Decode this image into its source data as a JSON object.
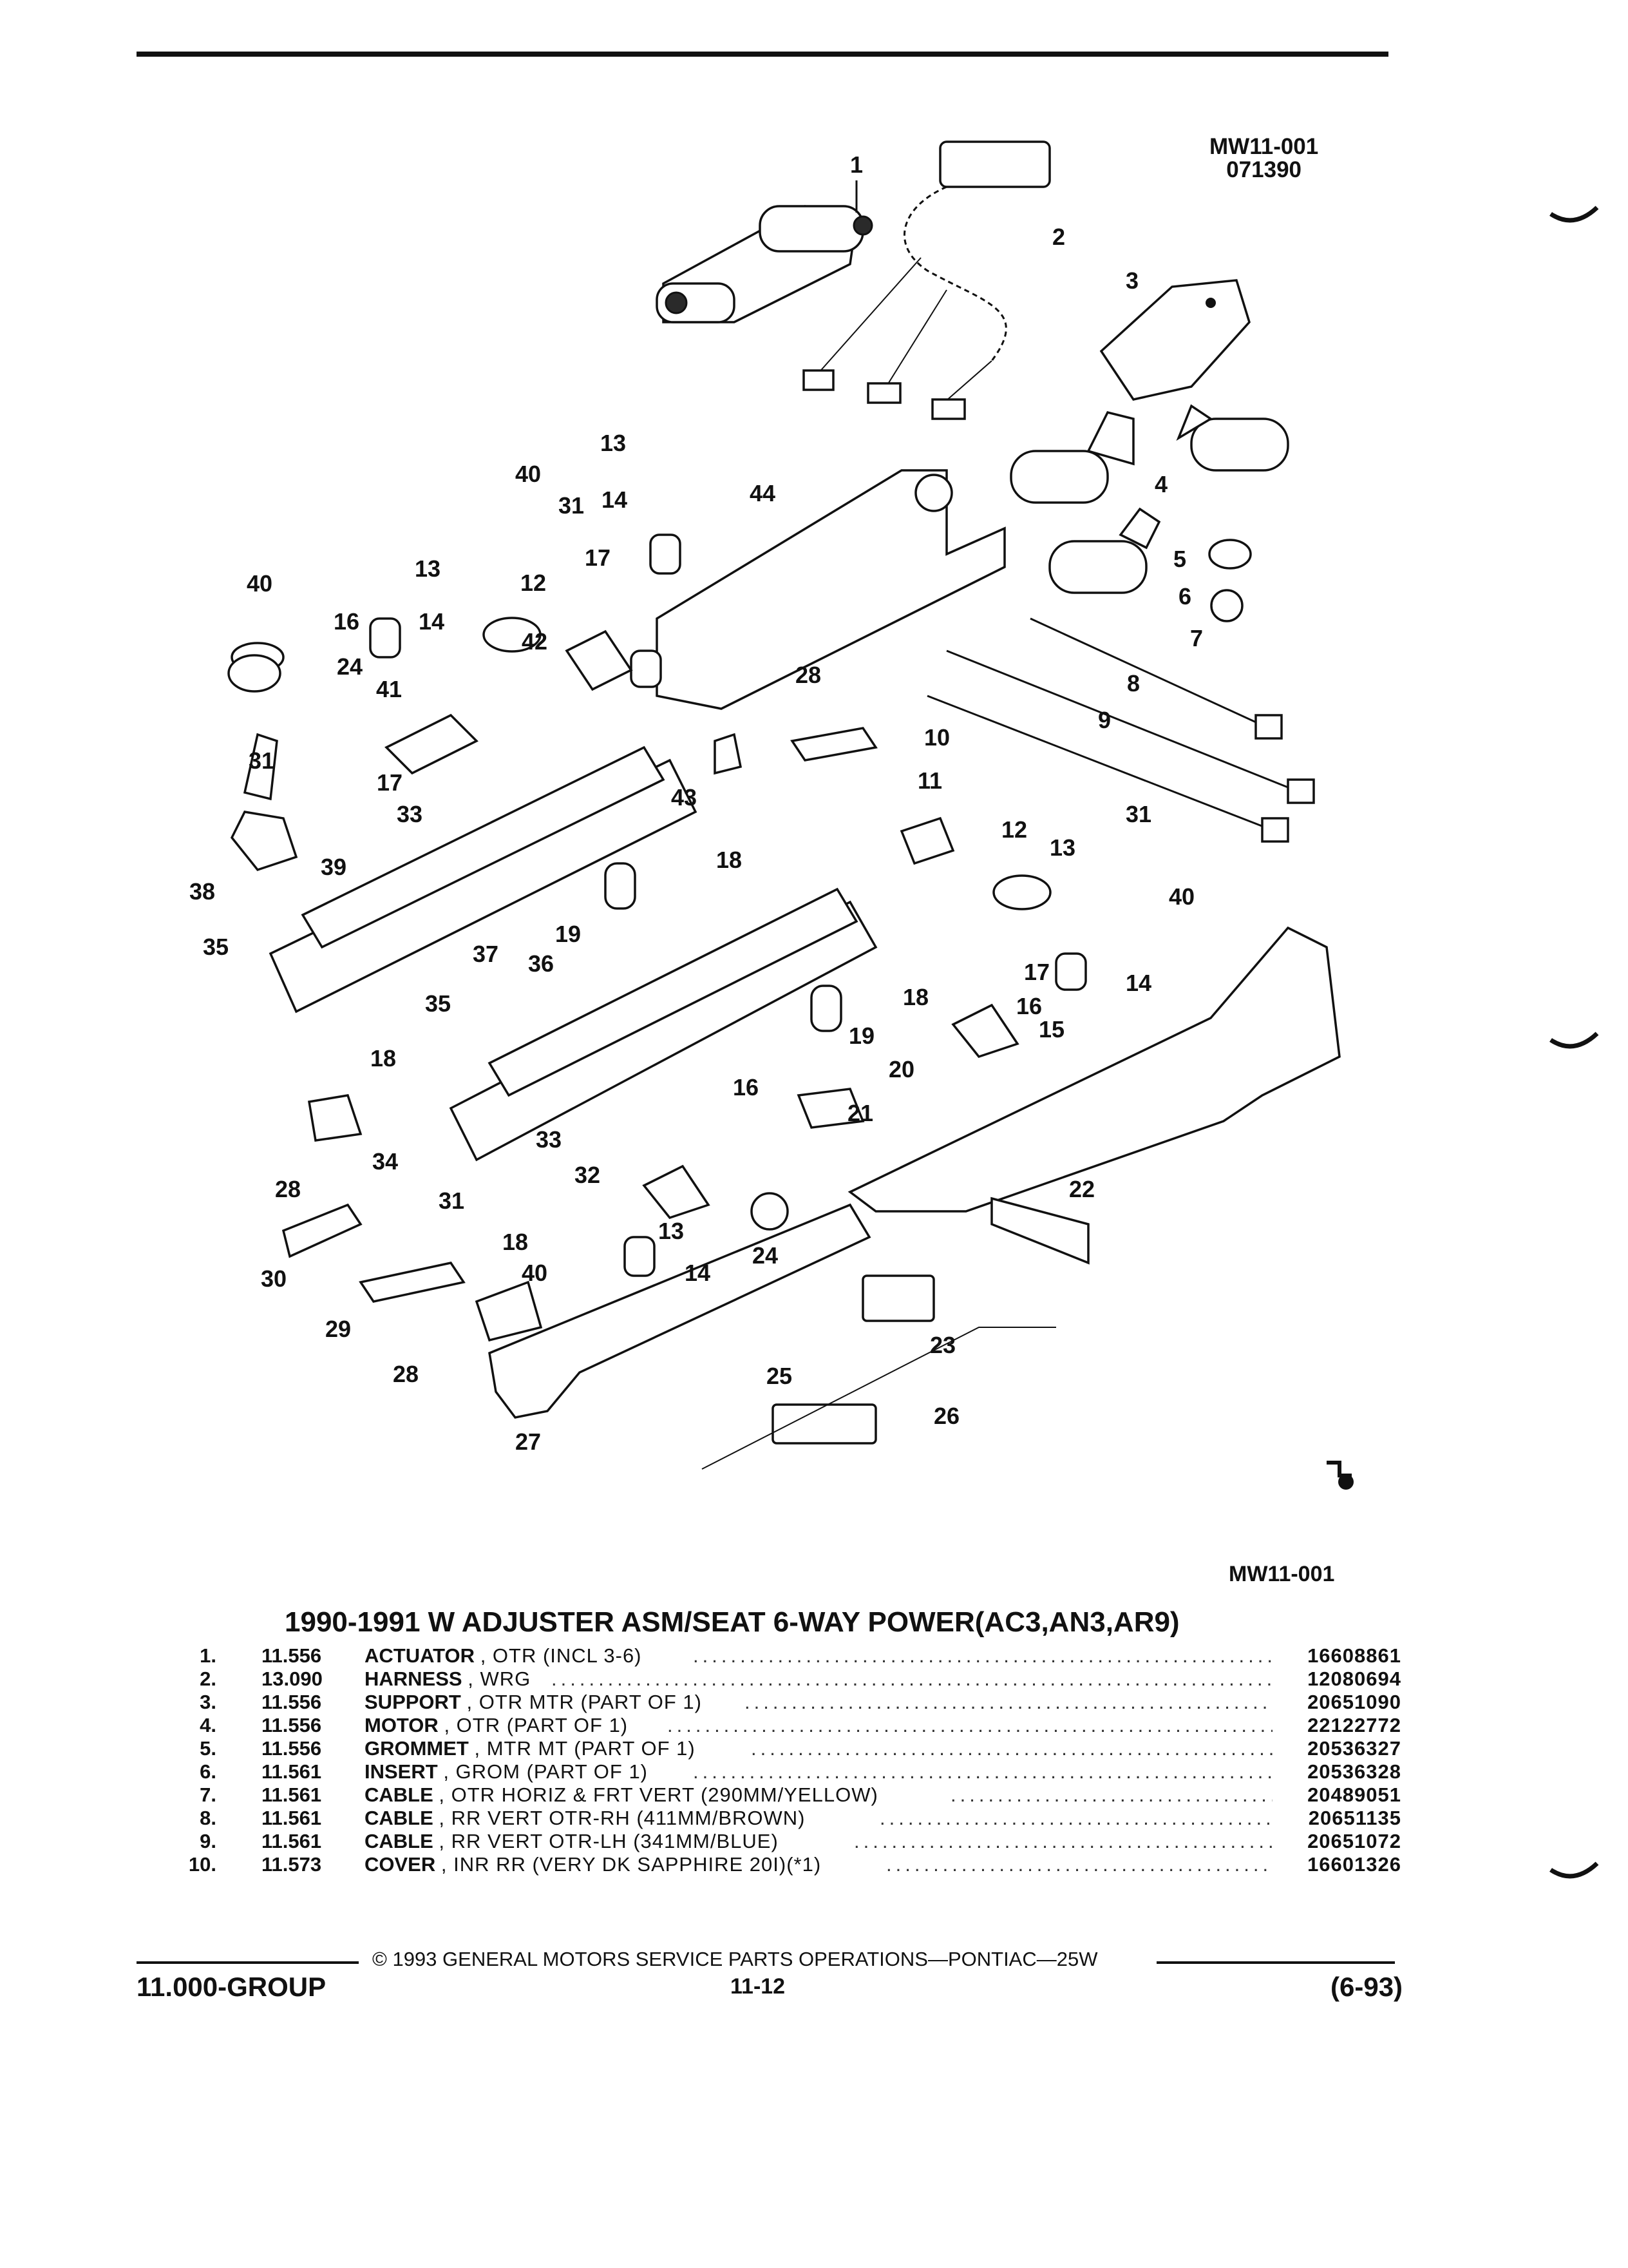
{
  "header": {
    "diagram_id": "MW11-001",
    "diagram_date": "071390",
    "diagram_id_bottom": "MW11-001"
  },
  "diagram": {
    "callouts": [
      "1",
      "2",
      "3",
      "4",
      "5",
      "6",
      "7",
      "8",
      "9",
      "10",
      "11",
      "12",
      "12",
      "13",
      "13",
      "13",
      "13",
      "14",
      "14",
      "14",
      "14",
      "15",
      "16",
      "16",
      "16",
      "17",
      "17",
      "17",
      "18",
      "18",
      "18",
      "18",
      "19",
      "19",
      "20",
      "21",
      "22",
      "23",
      "24",
      "24",
      "25",
      "26",
      "27",
      "28",
      "28",
      "28",
      "29",
      "30",
      "31",
      "31",
      "31",
      "31",
      "32",
      "33",
      "33",
      "34",
      "35",
      "35",
      "36",
      "37",
      "38",
      "39",
      "40",
      "40",
      "40",
      "40",
      "41",
      "42",
      "43",
      "44"
    ],
    "logo_glyph": "symbol"
  },
  "parts_list": {
    "title": "1990-1991 W ADJUSTER ASM/SEAT 6-WAY POWER(AC3,AN3,AR9)",
    "rows": [
      {
        "num": "1.",
        "group": "11.556",
        "name": "ACTUATOR",
        "desc": ", OTR (INCL 3-6)",
        "part_no": "16608861"
      },
      {
        "num": "2.",
        "group": "13.090",
        "name": "HARNESS",
        "desc": ", WRG",
        "part_no": "12080694"
      },
      {
        "num": "3.",
        "group": "11.556",
        "name": "SUPPORT",
        "desc": ", OTR MTR (PART OF 1)",
        "part_no": "20651090"
      },
      {
        "num": "4.",
        "group": "11.556",
        "name": "MOTOR",
        "desc": ", OTR (PART OF 1)",
        "part_no": "22122772"
      },
      {
        "num": "5.",
        "group": "11.556",
        "name": "GROMMET",
        "desc": ", MTR MT (PART OF 1)",
        "part_no": "20536327"
      },
      {
        "num": "6.",
        "group": "11.561",
        "name": "INSERT",
        "desc": ", GROM (PART OF 1)",
        "part_no": "20536328"
      },
      {
        "num": "7.",
        "group": "11.561",
        "name": "CABLE",
        "desc": ", OTR HORIZ & FRT VERT (290MM/YELLOW)",
        "part_no": "20489051"
      },
      {
        "num": "8.",
        "group": "11.561",
        "name": "CABLE",
        "desc": ", RR VERT OTR-RH (411MM/BROWN)",
        "part_no": "20651135"
      },
      {
        "num": "9.",
        "group": "11.561",
        "name": "CABLE",
        "desc": ", RR VERT OTR-LH (341MM/BLUE)",
        "part_no": "20651072"
      },
      {
        "num": "10.",
        "group": "11.573",
        "name": "COVER",
        "desc": ", INR RR (VERY DK SAPPHIRE 20I)(*1)",
        "part_no": "16601326"
      }
    ]
  },
  "footer": {
    "copyright": "© 1993 GENERAL MOTORS SERVICE PARTS OPERATIONS—PONTIAC—25W",
    "group": "11.000-GROUP",
    "page": "11-12",
    "date": "(6-93)"
  }
}
